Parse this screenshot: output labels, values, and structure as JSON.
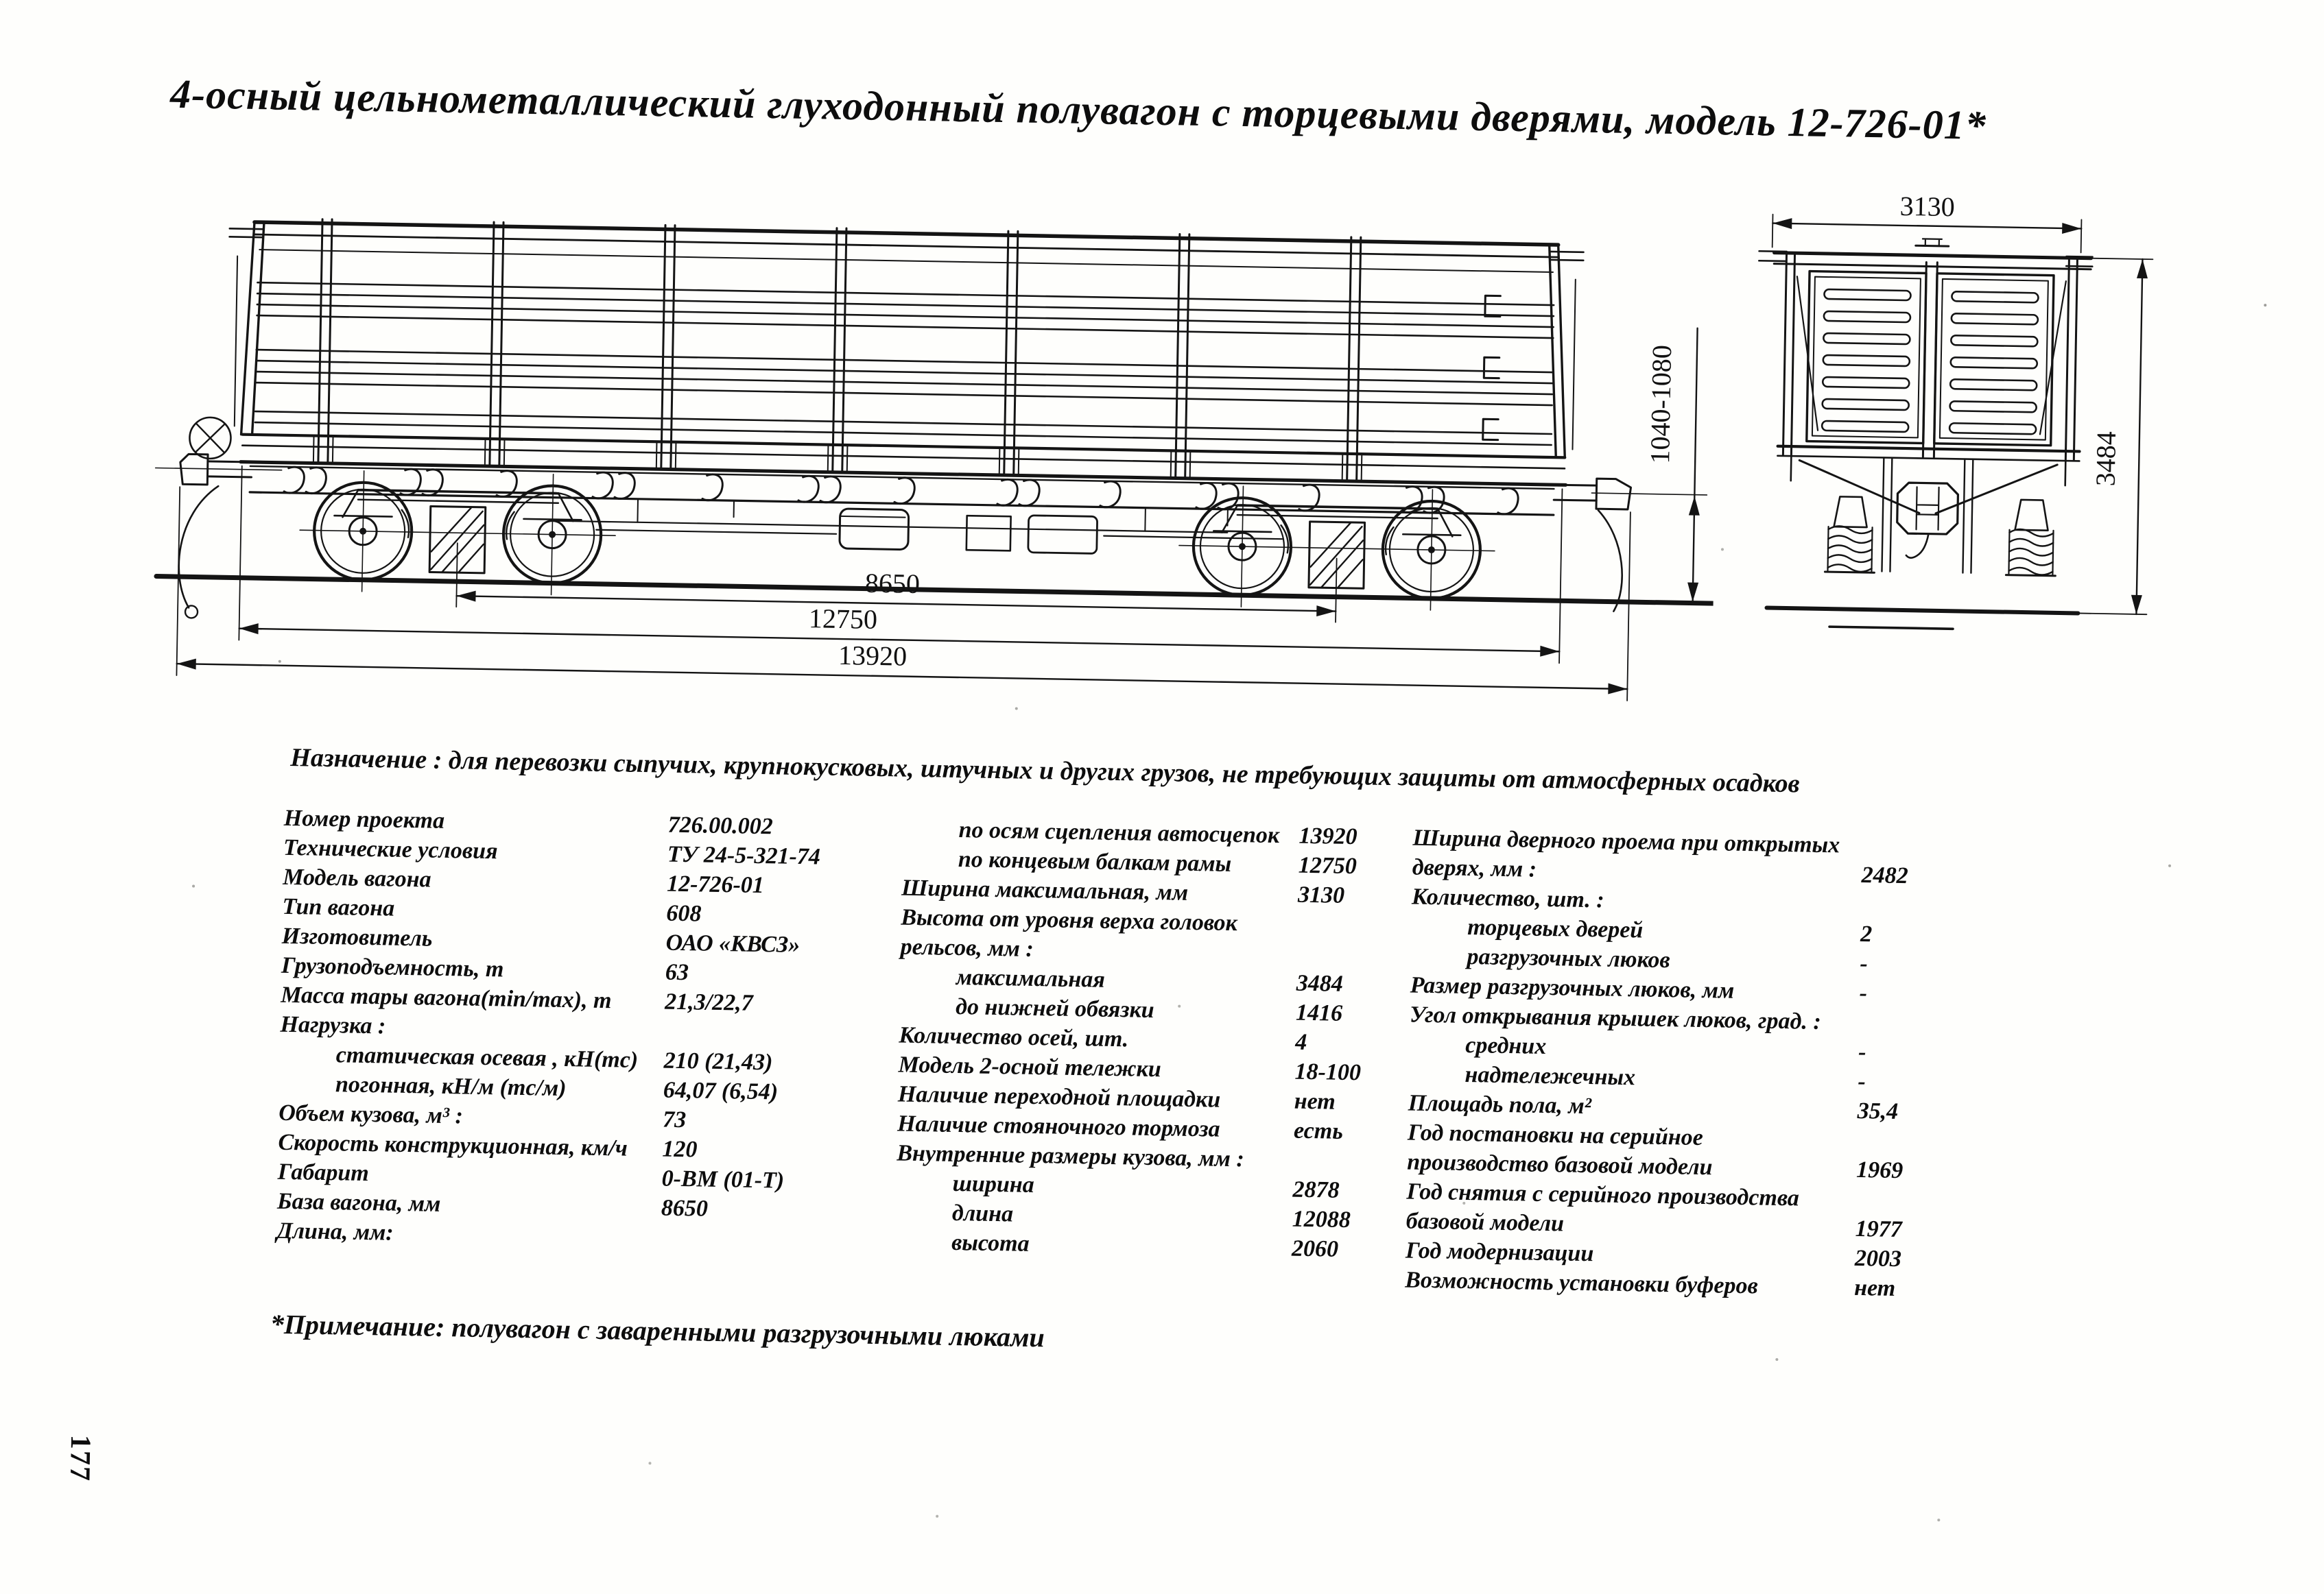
{
  "page": {
    "title": "4-осный цельнометаллический глуходонный полувагон с торцевыми дверями, модель 12-726-01*",
    "purpose": "Назначение : для перевозки сыпучих, крупнокусковых, штучных и других грузов, не требующих защиты от атмосферных осадков",
    "note": "*Примечание: полувагон с заваренными разгрузочными люками",
    "page_number": "177"
  },
  "drawing": {
    "side_view": {
      "dim_bogie_base": "8650",
      "dim_frame_length": "12750",
      "dim_coupler_length": "13920",
      "dim_coupler_height": "1040-1080"
    },
    "end_view": {
      "dim_width": "3130",
      "dim_height": "3484"
    }
  },
  "specs": {
    "col1": [
      {
        "label": "Номер проекта",
        "value": "726.00.002"
      },
      {
        "label": "Технические условия",
        "value": "ТУ 24-5-321-74"
      },
      {
        "label": "Модель вагона",
        "value": "12-726-01"
      },
      {
        "label": "Тип вагона",
        "value": "608"
      },
      {
        "label": "Изготовитель",
        "value": "ОАО «КВСЗ»"
      },
      {
        "label": "Грузоподъемность, т",
        "value": "63"
      },
      {
        "label": "Масса тары вагона(min/max), т",
        "value": "21,3/22,7"
      },
      {
        "label": "Нагрузка :",
        "value": ""
      },
      {
        "label": "статическая осевая , кН(тс)",
        "value": "210 (21,43)",
        "indent": true
      },
      {
        "label": "погонная, кН/м (тс/м)",
        "value": "64,07 (6,54)",
        "indent": true
      },
      {
        "label": "Объем кузова, м³ :",
        "value": "73"
      },
      {
        "label": "Скорость конструкционная, км/ч",
        "value": "120"
      },
      {
        "label": "Габарит",
        "value": "0-ВМ (01-Т)"
      },
      {
        "label": "База вагона, мм",
        "value": "8650"
      },
      {
        "label": "Длина, мм:",
        "value": ""
      }
    ],
    "col2": [
      {
        "label": "по осям сцепления автосцепок",
        "value": "13920",
        "indent": true
      },
      {
        "label": "по концевым балкам рамы",
        "value": "12750",
        "indent": true
      },
      {
        "label": "Ширина максимальная, мм",
        "value": "3130"
      },
      {
        "label": "Высота от уровня верха головок",
        "value": ""
      },
      {
        "label": "рельсов, мм :",
        "value": ""
      },
      {
        "label": "максимальная",
        "value": "3484",
        "indent": true
      },
      {
        "label": "до нижней обвязки",
        "value": "1416",
        "indent": true
      },
      {
        "label": "Количество осей, шт.",
        "value": "4"
      },
      {
        "label": "Модель 2-осной тележки",
        "value": "18-100"
      },
      {
        "label": "Наличие переходной площадки",
        "value": "нет"
      },
      {
        "label": "Наличие стояночного тормоза",
        "value": "есть"
      },
      {
        "label": "Внутренние размеры кузова, мм :",
        "value": ""
      },
      {
        "label": "ширина",
        "value": "2878",
        "indent": true
      },
      {
        "label": "длина",
        "value": "12088",
        "indent": true
      },
      {
        "label": "высота",
        "value": "2060",
        "indent": true
      }
    ],
    "col3": [
      {
        "label": "Ширина дверного проема при открытых",
        "value": ""
      },
      {
        "label": "дверях, мм :",
        "value": "2482"
      },
      {
        "label": "Количество, шт. :",
        "value": ""
      },
      {
        "label": "торцевых дверей",
        "value": "2",
        "indent": true
      },
      {
        "label": "разгрузочных люков",
        "value": "-",
        "indent": true
      },
      {
        "label": "Размер разгрузочных люков, мм",
        "value": "-"
      },
      {
        "label": "Угол открывания крышек люков, град. :",
        "value": ""
      },
      {
        "label": "средних",
        "value": "-",
        "indent": true
      },
      {
        "label": "надтележечных",
        "value": "-",
        "indent": true
      },
      {
        "label": "Площадь пола, м²",
        "value": "35,4"
      },
      {
        "label": "Год постановки на серийное",
        "value": ""
      },
      {
        "label": "производство базовой модели",
        "value": "1969"
      },
      {
        "label": "Год снятия с серийного производства",
        "value": ""
      },
      {
        "label": "базовой модели",
        "value": "1977"
      },
      {
        "label": "Год модернизации",
        "value": "2003"
      },
      {
        "label": "Возможность установки буферов",
        "value": "нет"
      }
    ]
  }
}
